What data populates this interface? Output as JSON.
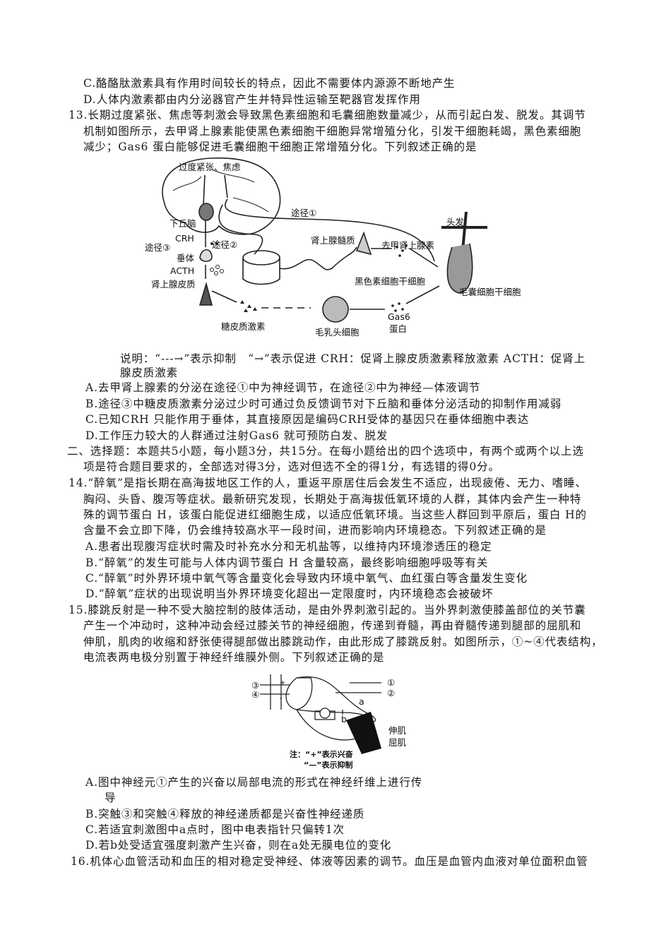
{
  "q12_tail": {
    "option_c": "C.酪酪肽激素具有作用时间较长的特点，因此不需要体内源源不断地产生",
    "option_d": "D.人体内激素都由内分泌器官产生并特异性运输至靶器官发挥作用"
  },
  "q13": {
    "stem": [
      "13.长期过度紧张、焦虑等刺激会导致黑色素细胞和毛囊细胞数量减少，从而引起白发、脱发。其调节",
      "机制如图所示，去甲肾上腺素能使黑色素细胞干细胞异常增殖分化，引发干细胞耗竭，黑色素细胞",
      "减少；Gas6 蛋白能够促进毛囊细胞干细胞正常增殖分化。下列叙述正确的是"
    ],
    "figure": {
      "stress": "过度紧张、焦虑",
      "hypothalamus": "下丘脑",
      "crh": "CRH",
      "pathway3": "途径③",
      "pathway2": "途径②",
      "pathway1": "途径①",
      "pituitary": "垂体",
      "acth": "ACTH",
      "adrenal_cortex": "肾上腺皮质",
      "adrenal_medulla": "肾上腺髓质",
      "norepinephrine": "去甲肾上腺素",
      "hair": "头发",
      "melanocyte_stem": "黑色素细胞干细胞",
      "follicle_stem": "毛囊细胞干细胞",
      "glucocorticoid": "糖皮质激素",
      "papilla_cell": "毛乳头细胞",
      "gas6": "Gas6",
      "protein": "蛋白"
    },
    "note": [
      "说明：“---→”表示抑制　“→”表示促进 CRH：促肾上腺皮质激素释放激素 ACTH：促肾上",
      "腺皮质激素"
    ],
    "options": [
      "A.去甲肾上腺素的分泌在途径①中为神经调节，在途径②中为神经—体液调节",
      "B.途径③中糖皮质激素分泌过少时可通过负反馈调节对下丘脑和垂体分泌活动的抑制作用减弱",
      "C.已知CRH 只能作用于垂体，其直接原因是编码CRH受体的基因只在垂体细胞中表达",
      "D.工作压力较大的人群通过注射Gas6 就可预防白发、脱发"
    ]
  },
  "section2": [
    "二、选择题：本题共5小题，每小题3分，共15分。在每小题给出的四个选项中，有两个或两个以上选",
    "项是符合题目要求的，全部选对得3分，选对但选不全的得1分，有选错的得0分。"
  ],
  "q14": {
    "stem": [
      "14.“醉氧”是指长期在高海拔地区工作的人，重返平原居住后会发生不适应，出现疲倦、无力、嗜睡、",
      "胸闷、头昏、腹泻等症状。最新研究发现，长期处于高海拔低氧环境的人群，其体内会产生一种特",
      "殊的调节蛋白 H，该蛋白能促进红细胞生成，以适应低氧环境。当这些人群回到平原后，蛋白 H的",
      "含量不会立即下降，仍会维持较高水平一段时间，进而影响内环境稳态。下列叙述正确的是"
    ],
    "options": [
      "A.患者出现腹泻症状时需及时补充水分和无机盐等，以维持内环境渗透压的稳定",
      "B.“醉氧”的发生可能与人体内调节蛋白 H 含量较高，最终影响细胞呼吸等有关",
      "C.“醉氧”时外界环境中氧气等含量变化会导致内环境中氧气、血红蛋白等含量发生变化",
      "D.“醉氧”症状的出现说明当外界环境变化超出一定限度时，内环境稳态会被破坏"
    ]
  },
  "q15": {
    "stem": [
      "15.膝跳反射是一种不受大脑控制的肢体活动，是由外界刺激引起的。当外界刺激使膝盖部位的关节囊",
      "产生一个冲动时，这种冲动会经过膝关节的神经细胞，传递到脊髓，再由脊髓传递到腿部的屈肌和",
      "伸肌，肌肉的收缩和舒张使得腿部做出膝跳动作，由此形成了膝跳反射。如图所示，①~④代表结构，",
      "电流表两电极分别置于神经纤维膜外侧。下列叙述正确的是"
    ],
    "figure": {
      "label1": "①",
      "label2": "②",
      "label3": "③",
      "label4": "④",
      "a": "a",
      "b": "b",
      "extensor": "伸肌",
      "flexor": "屈肌",
      "note1": "注：“+”表示兴奋",
      "note2": "“—”表示抑制",
      "plus": "+",
      "minus": "-"
    },
    "options": [
      "A.图中神经元①产生的兴奋以局部电流的形式在神经纤维上进行传",
      "导",
      "B.突触③和突触④释放的神经递质都是兴奋性神经递质",
      "C.若适宜刺激图中a点时，图中电表指针只偏转1次",
      "D.若b处受适宜强度刺激产生兴奋，则在a处无膜电位的变化"
    ]
  },
  "q16": {
    "stem": "16.机体心血管活动和血压的相对稳定受神经、体液等因素的调节。血压是血管内血液对单位面积血管"
  }
}
